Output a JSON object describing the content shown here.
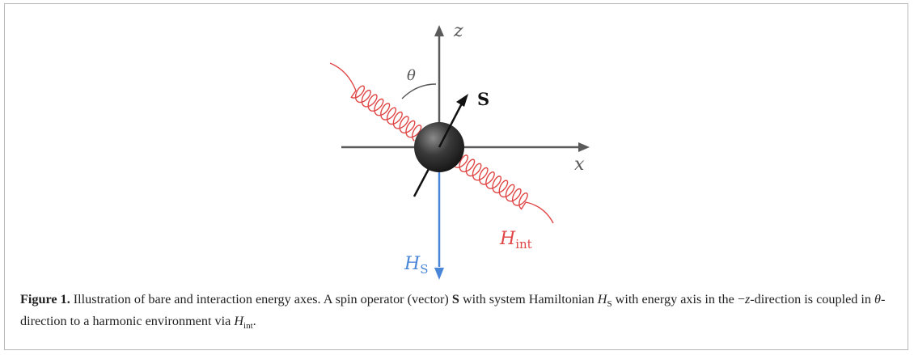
{
  "labels": {
    "z": "z",
    "x": "x",
    "theta": "θ",
    "spin": "S",
    "h_s_main": "H",
    "h_s_sub": "S",
    "h_int_main": "H",
    "h_int_sub": "int"
  },
  "colors": {
    "axis": "#5a5a5a",
    "coupling": "#e04646",
    "hamiltonian": "#4a86d8",
    "spin": "#111111",
    "sphere": "#2a2a2a"
  },
  "caption": {
    "label": "Figure 1.",
    "t1": " Illustration of bare and interaction energy axes. A spin operator (vector) ",
    "S": "S",
    "t2": " with system Hamiltonian ",
    "H1": "H",
    "H1sub": "S",
    "t3": " with energy axis in the ",
    "minus": "−",
    "z": "z",
    "t4": "-direction is coupled in ",
    "theta": "θ",
    "t5": "-direction to a harmonic environment via ",
    "H2": "H",
    "H2sub": "int",
    "t6": "."
  }
}
